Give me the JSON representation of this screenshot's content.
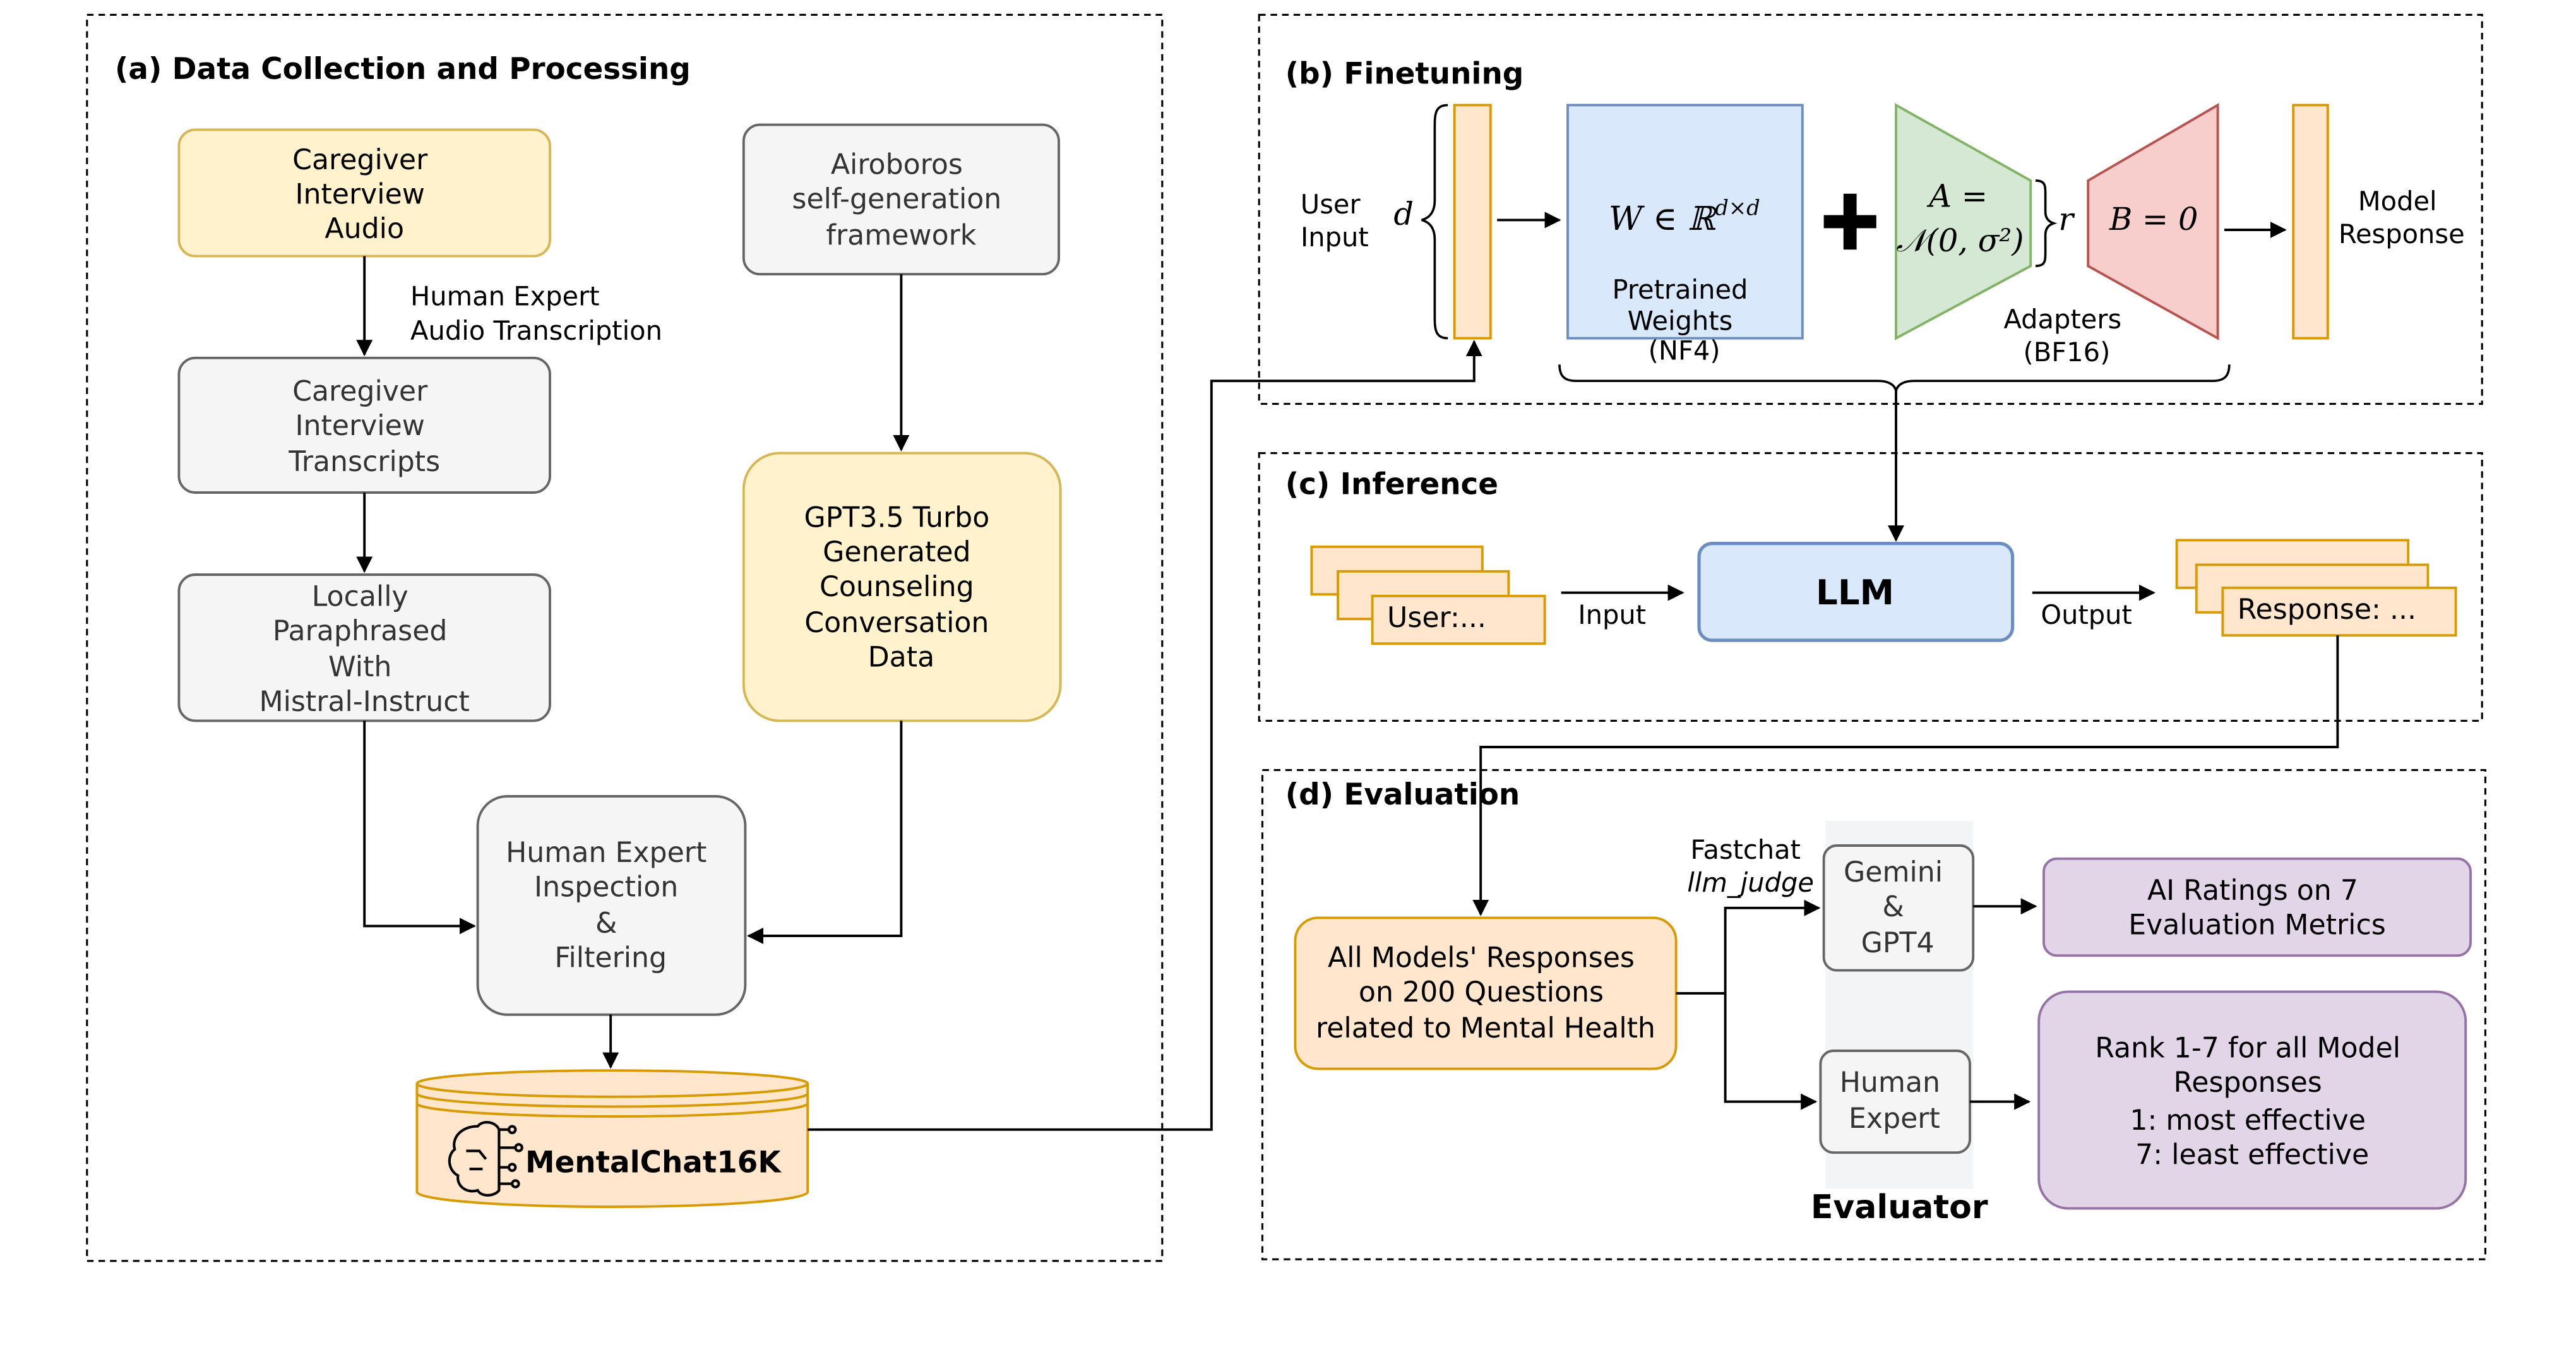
{
  "sections": {
    "a": "(a) Data Collection and Processing",
    "b": "(b) Finetuning",
    "c": "(c) Inference",
    "d": "(d) Evaluation"
  },
  "a": {
    "audio": [
      "Caregiver",
      "Interview",
      "Audio"
    ],
    "transcription": [
      "Human Expert",
      "Audio Transcription"
    ],
    "transcripts": [
      "Caregiver",
      "Interview",
      "Transcripts"
    ],
    "paraphrased": [
      "Locally",
      "Paraphrased",
      "With",
      "Mistral-Instruct"
    ],
    "airoboros": [
      "Airoboros",
      "self-generation",
      "framework"
    ],
    "gpt": [
      "GPT3.5 Turbo",
      "Generated",
      "Counseling",
      "Conversation",
      "Data"
    ],
    "inspection": [
      "Human Expert",
      "Inspection",
      "&",
      "Filtering"
    ],
    "dataset": "MentalChat16K"
  },
  "b": {
    "user_input": [
      "User",
      "Input"
    ],
    "d": "d",
    "weight_eq": "W ∈ ℝ",
    "weight_sup": "d×d",
    "pretrained": [
      "Pretrained",
      "Weights",
      "(NF4)"
    ],
    "plus": "+",
    "a_eq": [
      "A =",
      "𝒩(0, σ²)"
    ],
    "r": "r",
    "b_eq": "B = 0",
    "adapters": [
      "Adapters",
      "(BF16)"
    ],
    "model_response": [
      "Model",
      "Response"
    ]
  },
  "c": {
    "user": "User:...",
    "input": "Input",
    "llm": "LLM",
    "output": "Output",
    "response": "Response: ..."
  },
  "d": {
    "responses": [
      "All Models' Responses",
      "on 200 Questions",
      "related to Mental Health"
    ],
    "fastchat": "Fastchat",
    "llm_judge": "llm_judge",
    "gemini": [
      "Gemini",
      "&",
      "GPT4"
    ],
    "human": [
      "Human",
      "Expert"
    ],
    "evaluator": "Evaluator",
    "ai_ratings": [
      "AI Ratings on 7",
      "Evaluation Metrics"
    ],
    "rank": [
      "Rank 1-7 for all Model",
      "Responses",
      "1: most effective",
      "7: least effective"
    ]
  },
  "colors": {
    "yellow_fill": "#fff2cc",
    "yellow_stroke": "#d6b656",
    "gray_fill": "#f5f5f5",
    "gray_stroke": "#666666",
    "orange_fill": "#ffe6cc",
    "orange_stroke": "#d79b00",
    "blue_fill": "#dae8fc",
    "blue_stroke": "#6c8ebf",
    "green_fill": "#d5e8d4",
    "green_stroke": "#82b366",
    "red_fill": "#f8cecc",
    "red_stroke": "#b85450",
    "purple_fill": "#e1d5e7",
    "purple_stroke": "#9673a6"
  },
  "icons": {
    "dataset": "brain-circuit-icon"
  }
}
